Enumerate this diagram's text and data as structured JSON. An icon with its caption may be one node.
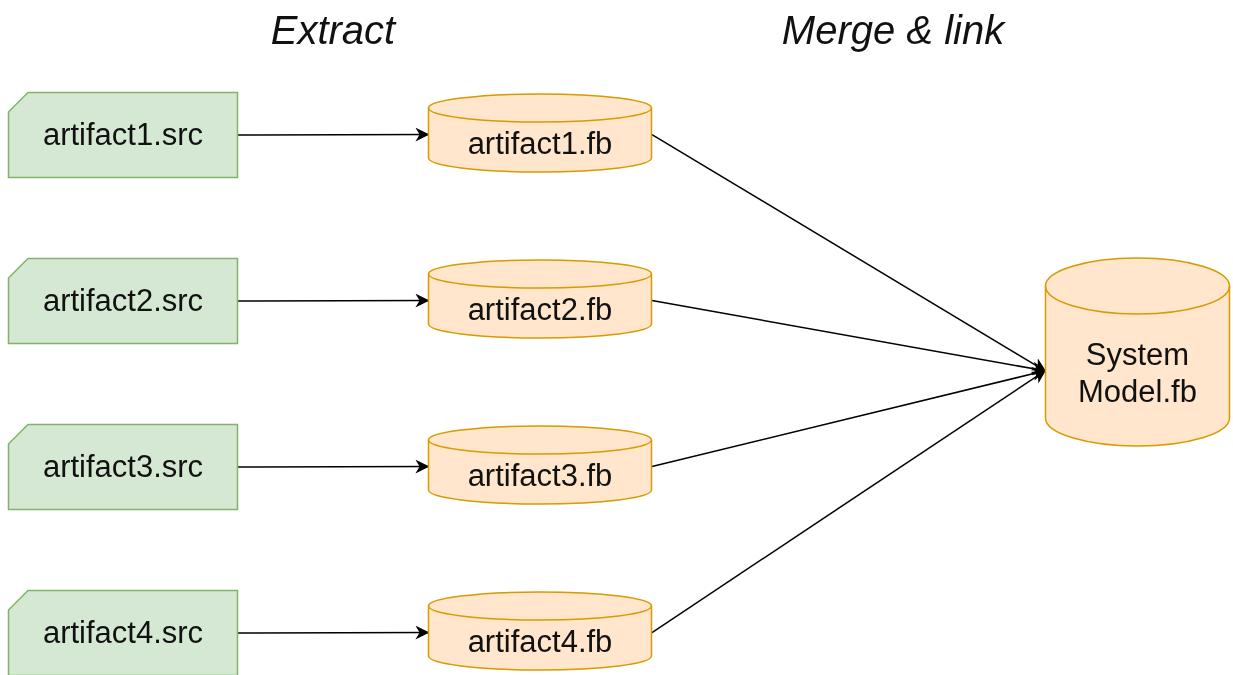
{
  "diagram": {
    "nodes": [
      {
        "text": [
          "artifact1.src"
        ]
      },
      {
        "text": [
          "artifact1.fb"
        ]
      },
      {
        "text": [
          "artifact2.src"
        ]
      },
      {
        "text": [
          "artifact2.fb"
        ]
      },
      {
        "text": [
          "artifact3.src"
        ]
      },
      {
        "text": [
          "artifact3.fb"
        ]
      },
      {
        "text": [
          "artifact4.src"
        ]
      },
      {
        "text": [
          "artifact4.fb"
        ]
      },
      {
        "text": [
          "System Model.fb"
        ]
      }
    ],
    "edges": [
      {
        "from": 0,
        "to": 1,
        "arrow": "to"
      },
      {
        "from": 2,
        "to": 3,
        "arrow": "to"
      },
      {
        "from": 4,
        "to": 5,
        "arrow": "to"
      },
      {
        "from": 6,
        "to": 7,
        "arrow": "to"
      },
      {
        "from": 1,
        "to": 8,
        "arrow": "to"
      },
      {
        "from": 3,
        "to": 8,
        "arrow": "to"
      },
      {
        "from": 5,
        "to": 8,
        "arrow": "to"
      },
      {
        "from": 7,
        "to": 8,
        "arrow": "to"
      }
    ],
    "labels": [
      "Extract",
      "Merge & link"
    ]
  }
}
